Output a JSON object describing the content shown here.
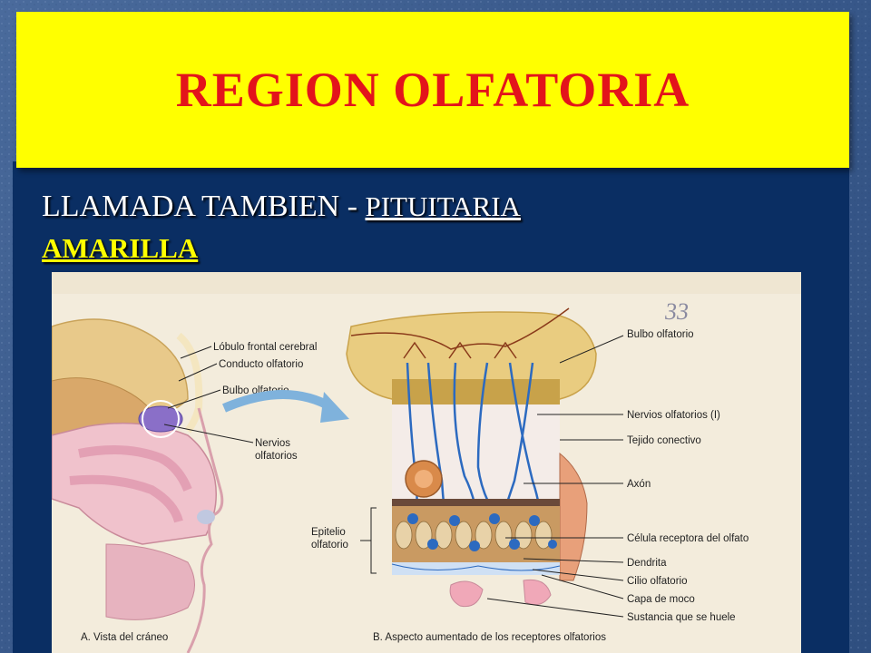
{
  "slide": {
    "title": "REGION OLFATORIA",
    "subtitle_prefix": "LLAMADA TAMBIEN - ",
    "subtitle_link1": "PITUITARIA",
    "subtitle_link2": "AMARILLA"
  },
  "figure": {
    "labels_left": {
      "lobulo": "Lóbulo frontal cerebral",
      "conducto": "Conducto olfatorio",
      "bulbo": "Bulbo olfatorio",
      "nervios_1": "Nervios",
      "nervios_2": "olfatorios",
      "epitelio_1": "Epitelio",
      "epitelio_2": "olfatorio"
    },
    "labels_right": {
      "bulbo": "Bulbo olfatorio",
      "nervios": "Nervios olfatorios (I)",
      "tejido": "Tejido conectivo",
      "axon": "Axón",
      "celula": "Célula receptora del olfato",
      "dendrita": "Dendrita",
      "cilio": "Cilio olfatorio",
      "moco": "Capa de moco",
      "sustancia": "Sustancia que se huele"
    },
    "page_number": "33",
    "caption_a": "A. Vista del cráneo",
    "caption_b": "B. Aspecto aumentado de los receptores olfatorios"
  }
}
